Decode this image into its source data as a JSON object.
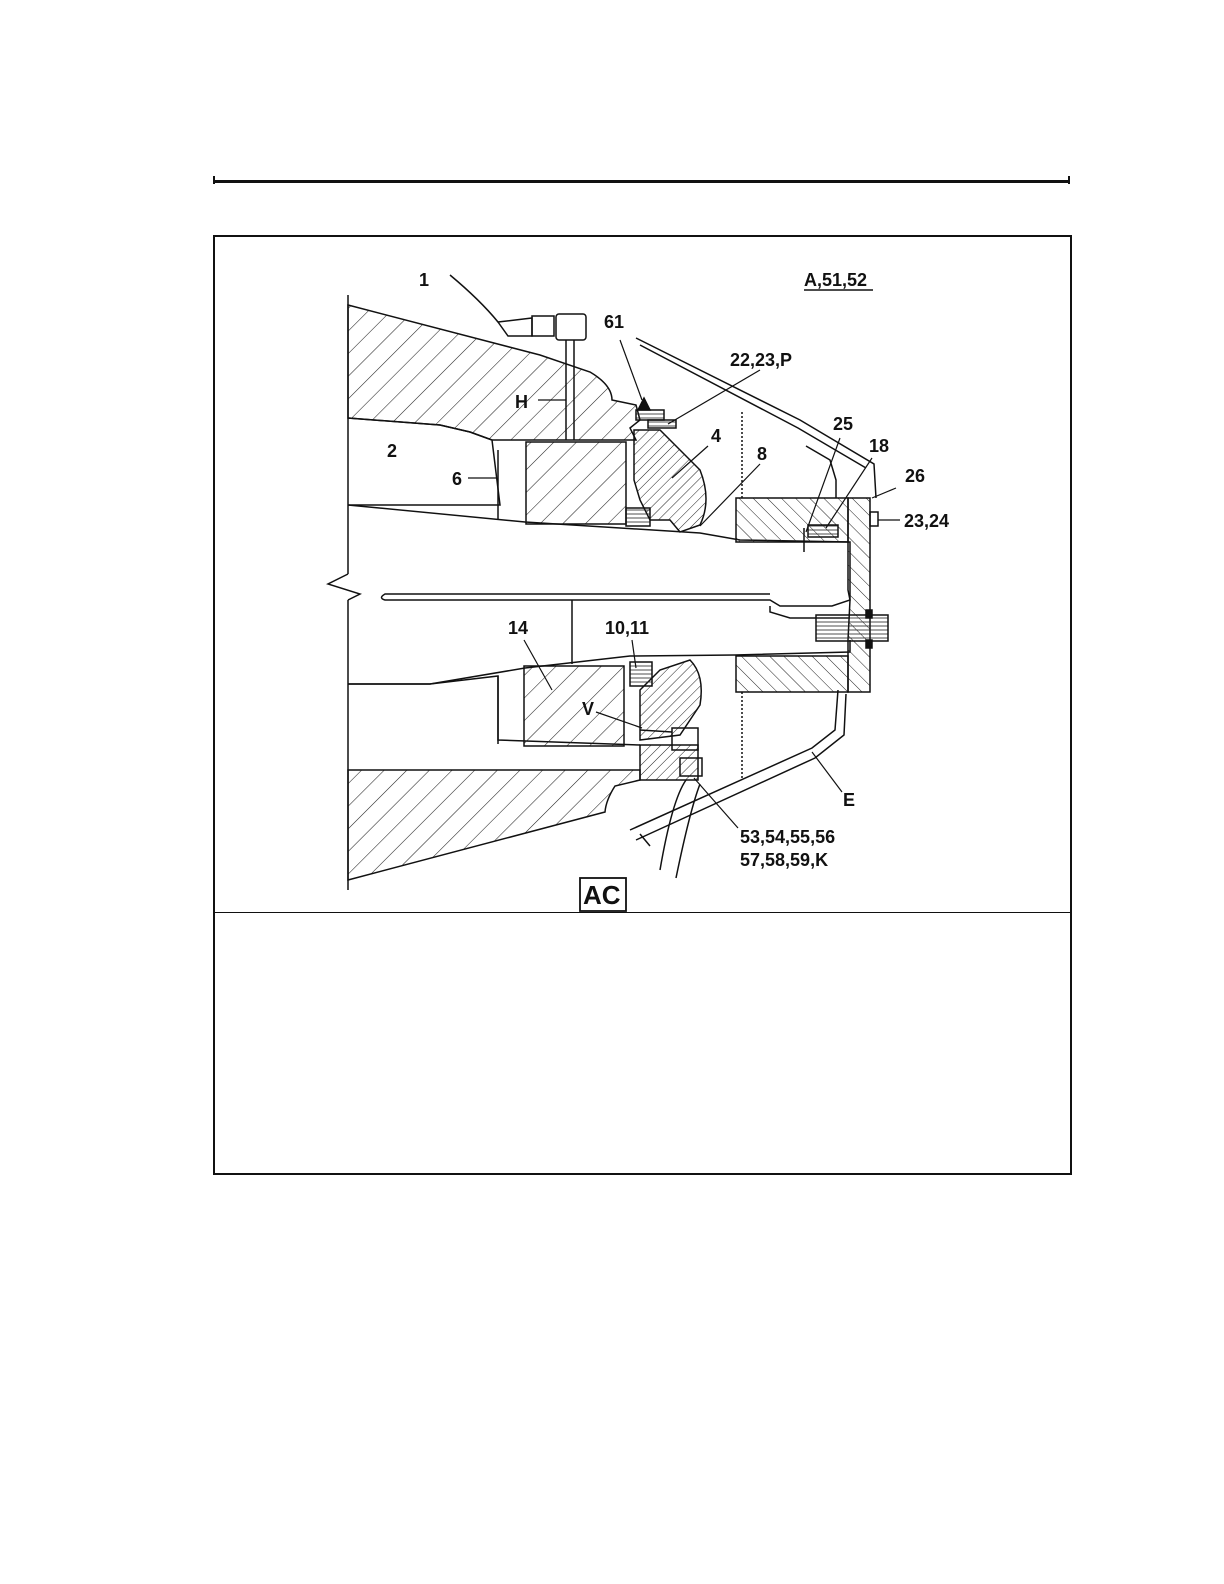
{
  "figure": {
    "reference_label": "A,51,52",
    "figure_code": "AC",
    "callouts": {
      "c1": "1",
      "c2": "2",
      "c4": "4",
      "c6": "6",
      "c8": "8",
      "c10_11": "10,11",
      "c14": "14",
      "c18": "18",
      "c22_23_p": "22,23,P",
      "c23_24": "23,24",
      "c25": "25",
      "c26": "26",
      "c53_56": "53,54,55,56",
      "c57_k": "57,58,59,K",
      "c61": "61",
      "cE": "E",
      "cH": "H",
      "cV": "V"
    }
  }
}
